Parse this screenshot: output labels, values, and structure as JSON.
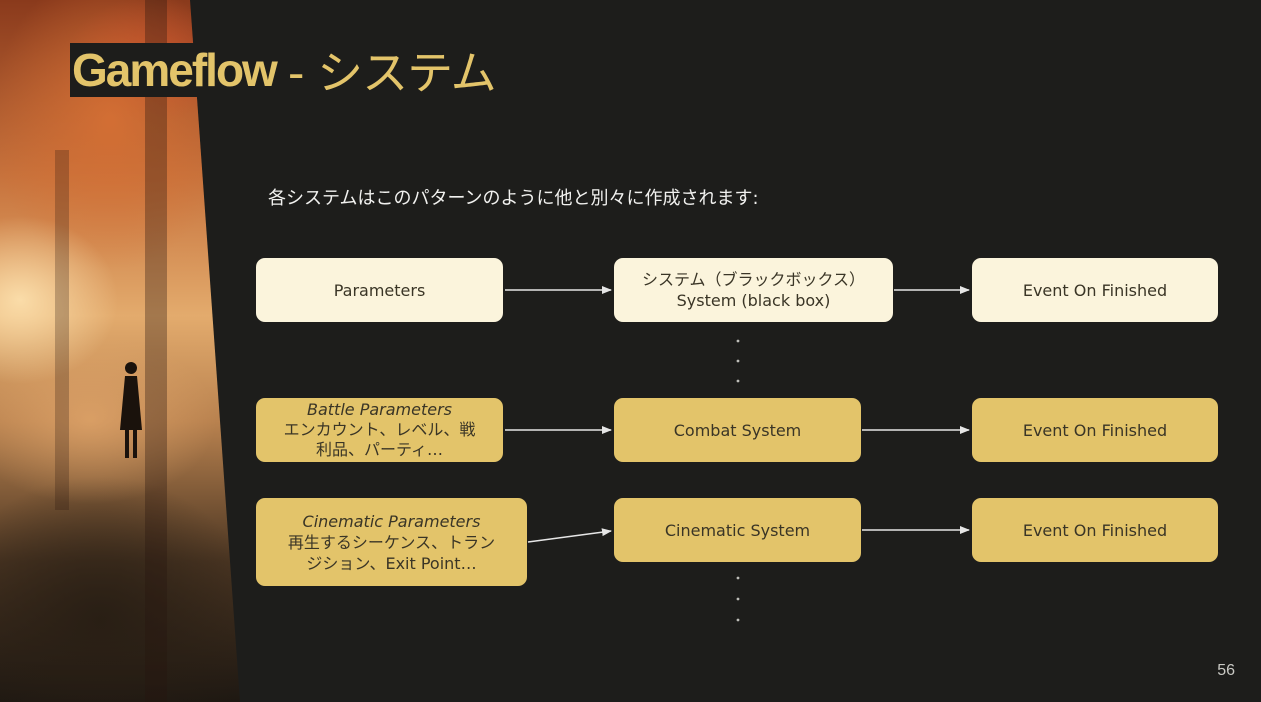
{
  "slide": {
    "title_en": "Gameflow",
    "title_sep": " - ",
    "title_ja": "システム",
    "subtitle": "各システムはこのパターンのように他と別々に作成されます:",
    "page_number": "56"
  },
  "rows": [
    {
      "input": {
        "lines": [
          "Parameters"
        ]
      },
      "system": {
        "lines": [
          "システム（ブラックボックス）",
          "System (black box)"
        ]
      },
      "output": {
        "lines": [
          "Event On Finished"
        ]
      }
    },
    {
      "input": {
        "lines": [
          "Battle Parameters",
          "エンカウント、レベル、戦",
          "利品、パーティ…"
        ]
      },
      "system": {
        "lines": [
          "Combat System"
        ]
      },
      "output": {
        "lines": [
          "Event On Finished"
        ]
      }
    },
    {
      "input": {
        "lines": [
          "Cinematic Parameters",
          "再生するシーケンス、トラン",
          "ジション、Exit Point…"
        ]
      },
      "system": {
        "lines": [
          "Cinematic System"
        ]
      },
      "output": {
        "lines": [
          "Event On Finished"
        ]
      }
    }
  ],
  "colors": {
    "background": "#1d1d1b",
    "accent_gold": "#e3c46a",
    "light_box": "#fbf4dc",
    "box_text": "#3a3526",
    "arrow": "#e6e6e6"
  }
}
